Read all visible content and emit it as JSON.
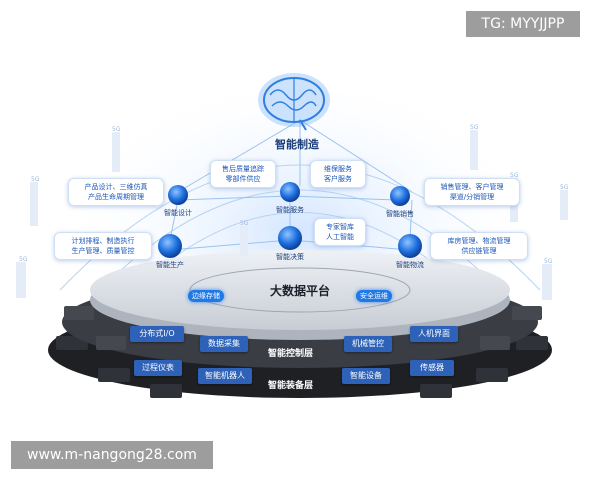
{
  "watermark_top": "TG: MYYJJPP",
  "watermark_bottom": "www.m-nangong28.com",
  "center_title": "智能制造",
  "platform_title": "大数据平台",
  "platform_pills": {
    "left": "边缘存储",
    "right": "安全运维"
  },
  "nodes": {
    "design": "智能设计",
    "service": "智能服务",
    "sales": "智能销售",
    "production": "智能生产",
    "decision": "智能决策",
    "logistics": "智能物流"
  },
  "callouts": {
    "design": [
      "产品设计、三维仿真",
      "产品生命周期管理"
    ],
    "service": [
      "售后质量追踪",
      "零部件供应"
    ],
    "service2": [
      "维保服务",
      "客户服务"
    ],
    "sales": [
      "销售管理、客户管理",
      "渠道/分销管理"
    ],
    "production": [
      "计划排程、制造执行",
      "生产管理、质量管控"
    ],
    "decision": [
      "专家智库",
      "人工智能"
    ],
    "logistics": [
      "库房管理、物流管理",
      "供应链管理"
    ]
  },
  "control_layer": {
    "label": "智能控制层",
    "chips": [
      "分布式I/O",
      "数据采集",
      "机械管控",
      "人机界面"
    ]
  },
  "equipment_layer": {
    "label": "智能装备层",
    "chips": [
      "过程仪表",
      "智能机器人",
      "智能设备",
      "传感器"
    ]
  },
  "signal_marks": [
    "5G",
    "5G",
    "5G",
    "5G",
    "5G",
    "5G",
    "5G",
    "5G"
  ],
  "colors": {
    "accent": "#1f79e6",
    "chip": "#2e62b8",
    "gear": "#2f3238",
    "disk": "#d9dde3",
    "callout_text": "#1a56b8"
  }
}
